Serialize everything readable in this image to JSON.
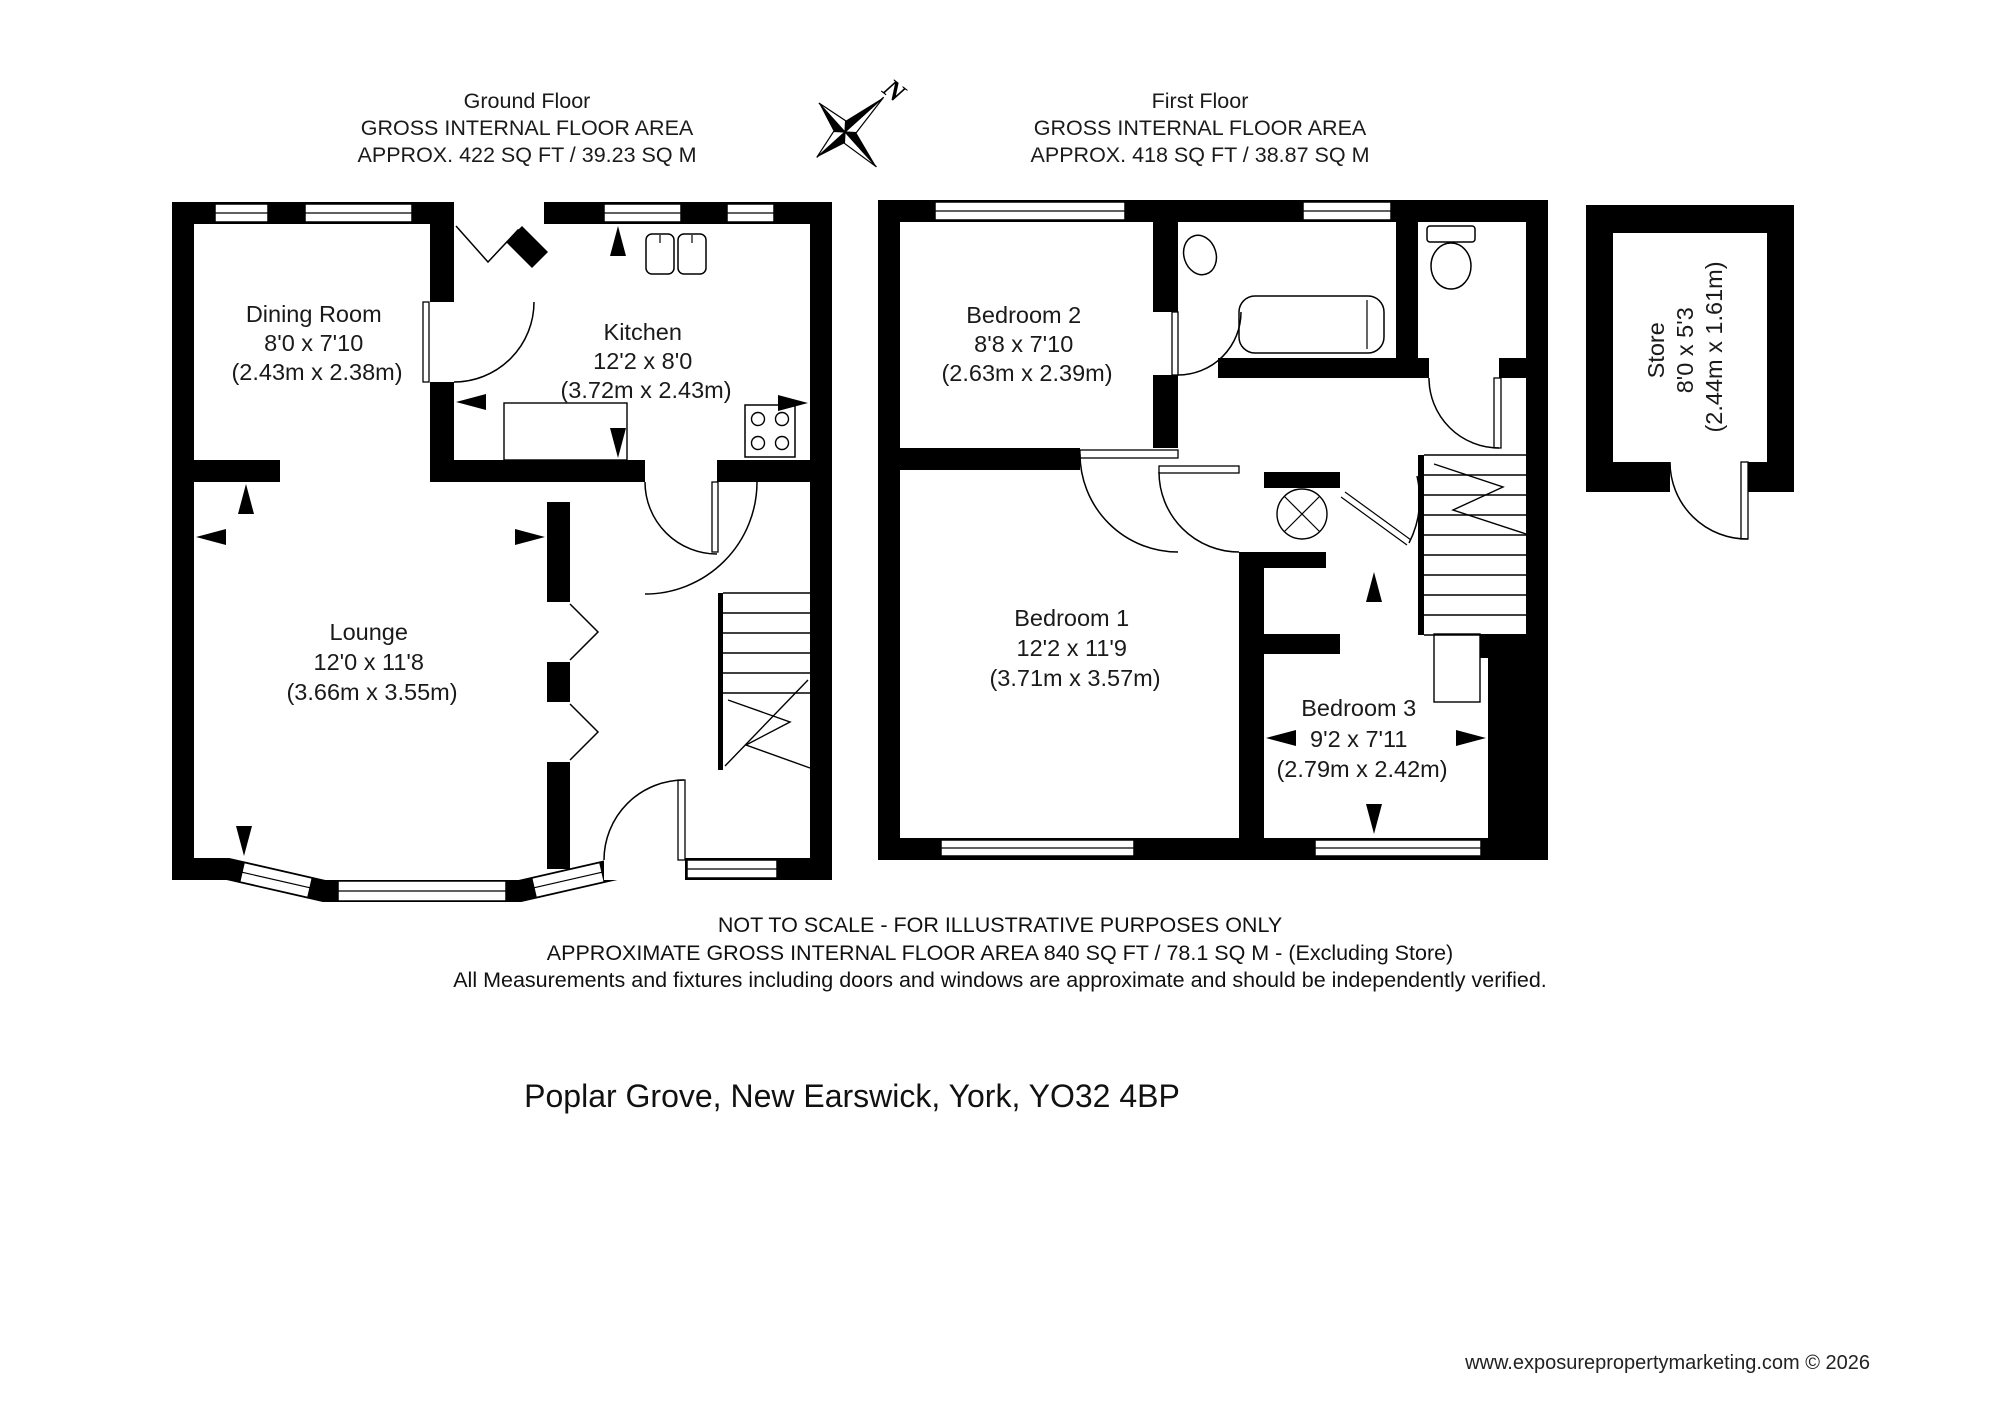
{
  "headers": {
    "ground": {
      "title": "Ground Floor",
      "subtitle": "GROSS INTERNAL FLOOR AREA",
      "area": "APPROX. 422 SQ FT / 39.23 SQ M"
    },
    "first": {
      "title": "First Floor",
      "subtitle": "GROSS INTERNAL FLOOR AREA",
      "area": "APPROX. 418 SQ FT / 38.87 SQ M"
    }
  },
  "compass": {
    "label": "N"
  },
  "ground_floor": {
    "rooms": {
      "dining": {
        "name": "Dining Room",
        "imperial": "8'0 x 7'10",
        "metric": "(2.43m x 2.38m)"
      },
      "kitchen": {
        "name": "Kitchen",
        "imperial": "12'2 x 8'0",
        "metric": "(3.72m x 2.43m)"
      },
      "lounge": {
        "name": "Lounge",
        "imperial": "12'0 x 11'8",
        "metric": "(3.66m x 3.55m)"
      }
    }
  },
  "first_floor": {
    "rooms": {
      "bedroom2": {
        "name": "Bedroom 2",
        "imperial": "8'8 x 7'10",
        "metric": "(2.63m x 2.39m)"
      },
      "bedroom1": {
        "name": "Bedroom 1",
        "imperial": "12'2 x 11'9",
        "metric": "(3.71m x 3.57m)"
      },
      "bedroom3": {
        "name": "Bedroom 3",
        "imperial": "9'2 x 7'11",
        "metric": "(2.79m x 2.42m)"
      }
    }
  },
  "store": {
    "name": "Store",
    "imperial": "8'0 x 5'3",
    "metric": "(2.44m x 1.61m)"
  },
  "disclaimer": {
    "line1": "NOT TO SCALE - FOR ILLUSTRATIVE PURPOSES ONLY",
    "line2": "APPROXIMATE GROSS INTERNAL FLOOR AREA 840 SQ FT / 78.1 SQ M - (Excluding Store)",
    "line3": "All Measurements and fixtures including doors and windows are approximate and should be independently verified."
  },
  "address": "Poplar Grove, New Earswick, York, YO32 4BP",
  "credit": "www.exposurepropertymarketing.com © 2026"
}
